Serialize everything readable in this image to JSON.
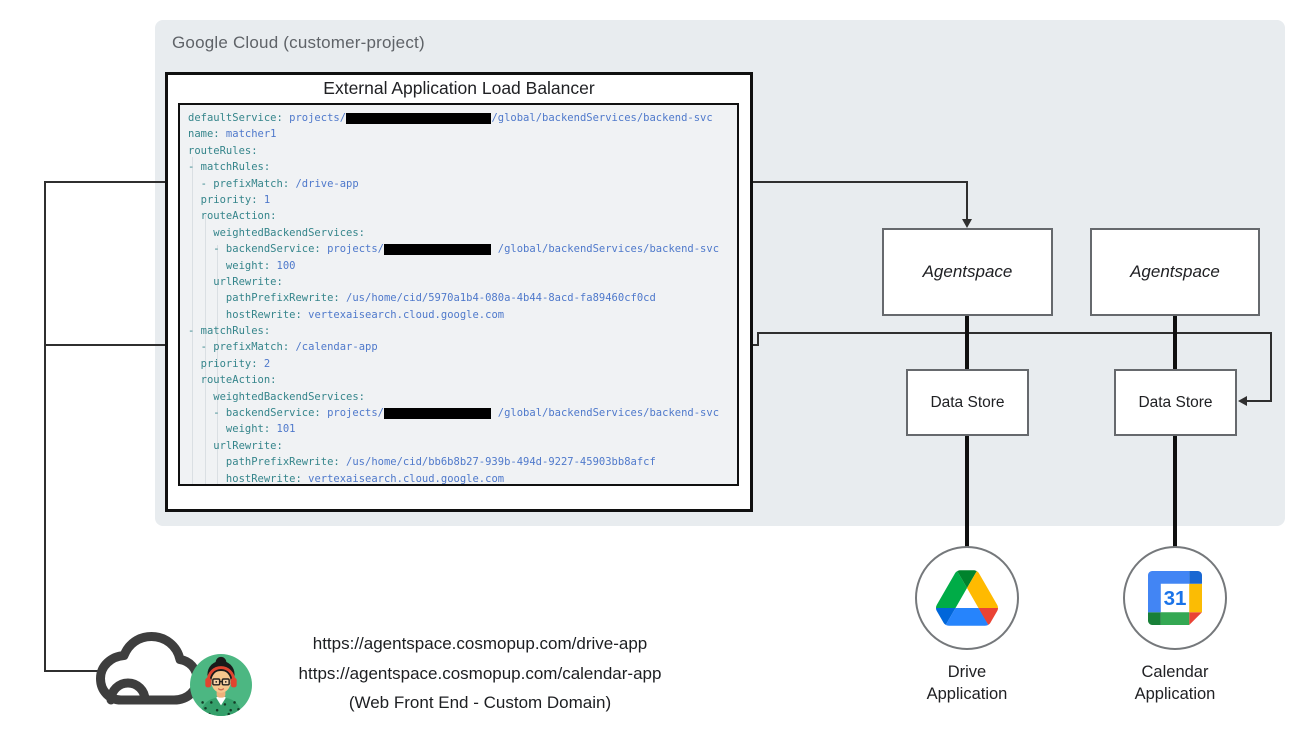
{
  "cloud_panel": {
    "label": "Google Cloud (customer-project)",
    "bg_color": "#e8ecef",
    "label_color": "#5f6368"
  },
  "load_balancer": {
    "title": "External Application Load Balancer"
  },
  "code_block": {
    "bg_color": "#f0f2f4",
    "key_color": "#35858b",
    "value_color": "#4f79cb",
    "redaction_color": "#000000",
    "lines": [
      [
        {
          "k": "defaultService:"
        },
        {
          "v": " projects/"
        },
        {
          "r": 23
        },
        {
          "v": "/global/backendServices/backend-svc"
        }
      ],
      [
        {
          "k": "name:"
        },
        {
          "v": " matcher1"
        }
      ],
      [
        {
          "k": "routeRules:"
        }
      ],
      [
        {
          "k": "- matchRules:"
        }
      ],
      [
        {
          "k": "  - prefixMatch:"
        },
        {
          "v": " /drive-app"
        }
      ],
      [
        {
          "k": "  priority:"
        },
        {
          "v": " 1"
        }
      ],
      [
        {
          "k": "  routeAction:"
        }
      ],
      [
        {
          "k": "    weightedBackendServices:"
        }
      ],
      [
        {
          "k": "    - backendService:"
        },
        {
          "v": " projects/"
        },
        {
          "r": 17
        },
        {
          "v": " /global/backendServices/backend-svc"
        }
      ],
      [
        {
          "k": "      weight:"
        },
        {
          "v": " 100"
        }
      ],
      [
        {
          "k": "    urlRewrite:"
        }
      ],
      [
        {
          "k": "      pathPrefixRewrite:"
        },
        {
          "v": " /us/home/cid/5970a1b4-080a-4b44-8acd-fa89460cf0cd"
        }
      ],
      [
        {
          "k": "      hostRewrite:"
        },
        {
          "v": " vertexaisearch.cloud.google.com"
        }
      ],
      [
        {
          "k": "- matchRules:"
        }
      ],
      [
        {
          "k": "  - prefixMatch:"
        },
        {
          "v": " /calendar-app"
        }
      ],
      [
        {
          "k": "  priority:"
        },
        {
          "v": " 2"
        }
      ],
      [
        {
          "k": "  routeAction:"
        }
      ],
      [
        {
          "k": "    weightedBackendServices:"
        }
      ],
      [
        {
          "k": "    - backendService:"
        },
        {
          "v": " projects/"
        },
        {
          "r": 17
        },
        {
          "v": " /global/backendServices/backend-svc"
        }
      ],
      [
        {
          "k": "      weight:"
        },
        {
          "v": " 101"
        }
      ],
      [
        {
          "k": "    urlRewrite:"
        }
      ],
      [
        {
          "k": "      pathPrefixRewrite:"
        },
        {
          "v": " /us/home/cid/bb6b8b27-939b-494d-9227-45903bb8afcf"
        }
      ],
      [
        {
          "k": "      hostRewrite:"
        },
        {
          "v": " vertexaisearch.cloud.google.com"
        }
      ]
    ]
  },
  "agentspace_left": {
    "label": "Agentspace"
  },
  "agentspace_right": {
    "label": "Agentspace"
  },
  "datastore_left": {
    "label": "Data Store"
  },
  "datastore_right": {
    "label": "Data Store"
  },
  "drive_app": {
    "icon": "google-drive-icon",
    "label_line1": "Drive",
    "label_line2": "Application",
    "logo_colors": [
      "#0066da",
      "#00ac47",
      "#ea4335",
      "#00832d",
      "#2684fc",
      "#ffba00"
    ]
  },
  "calendar_app": {
    "icon": "google-calendar-icon",
    "day": "31",
    "label_line1": "Calendar",
    "label_line2": "Application",
    "logo_colors": [
      "#4285f4",
      "#1967d2",
      "#188038",
      "#34a853",
      "#fbbc04",
      "#ea4335",
      "#1a73e8"
    ]
  },
  "client": {
    "icon": "cloud-icon",
    "avatar": "user-avatar",
    "urls": [
      "https://agentspace.cosmopup.com/drive-app",
      "https://agentspace.cosmopup.com/calendar-app"
    ],
    "caption": "(Web Front End - Custom Domain)",
    "avatar_bg_color": "#4cb782",
    "headphones_color": "#e0452f"
  }
}
